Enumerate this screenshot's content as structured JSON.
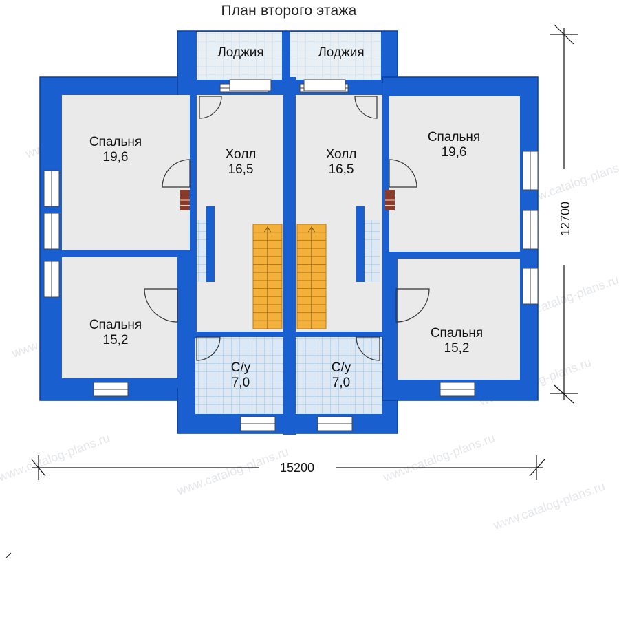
{
  "title": "План второго этажа",
  "colors": {
    "wall": "#1a5fd0",
    "wall_edge": "#0b3d99",
    "room_fill": "#ebeaea",
    "tile_fill": "#dde8f2",
    "tile_line": "#9fc1e0",
    "stair_fill": "#f3b13b",
    "stair_line": "#b87a12",
    "window_fill": "#ffffff"
  },
  "rooms": [
    {
      "id": "loggia-left",
      "name": "Лоджия",
      "area": ""
    },
    {
      "id": "loggia-right",
      "name": "Лоджия",
      "area": ""
    },
    {
      "id": "bedroom-nw",
      "name": "Спальня",
      "area": "19,6"
    },
    {
      "id": "hall-left",
      "name": "Холл",
      "area": "16,5"
    },
    {
      "id": "hall-right",
      "name": "Холл",
      "area": "16,5"
    },
    {
      "id": "bedroom-ne",
      "name": "Спальня",
      "area": "19,6"
    },
    {
      "id": "bedroom-sw",
      "name": "Спальня",
      "area": "15,2"
    },
    {
      "id": "bathroom-left",
      "name": "С/у",
      "area": "7,0"
    },
    {
      "id": "bathroom-right",
      "name": "С/у",
      "area": "7,0"
    },
    {
      "id": "bedroom-se",
      "name": "Спальня",
      "area": "15,2"
    }
  ],
  "dimensions": {
    "width": "15200",
    "depth": "12700"
  },
  "watermark": "www.catalog-plans.ru"
}
